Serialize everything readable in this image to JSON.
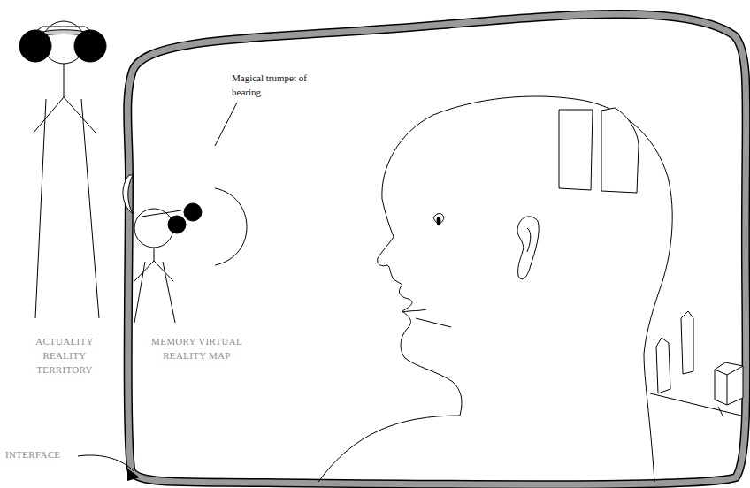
{
  "diagram": {
    "labels": [
      "Magical trumpet of hearing",
      "ACTUALITY REALITY TERRITORY",
      "MEMORY VIRTUAL REALITY MAP",
      "INTERFACE"
    ]
  }
}
